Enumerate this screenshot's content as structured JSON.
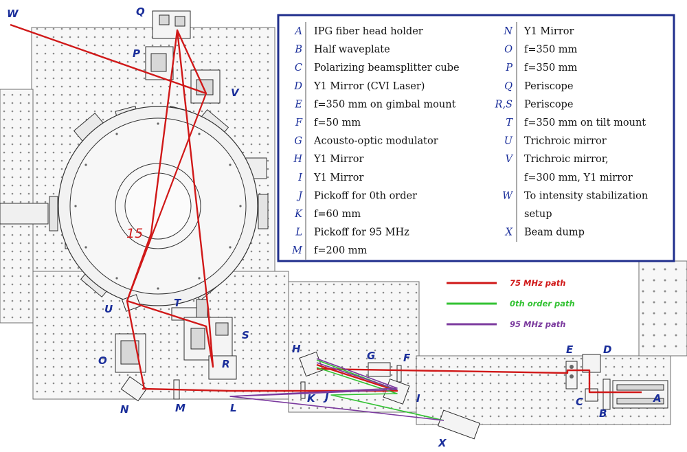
{
  "colors": {
    "label": "#1a2e9a",
    "key_border": "#1f2e8c",
    "path_75": "#d01818",
    "path_0th": "#33c233",
    "path_95": "#7b3a9e"
  },
  "marker_15": "15",
  "labels": {
    "A": "A",
    "B": "B",
    "C": "C",
    "D": "D",
    "E": "E",
    "F": "F",
    "G": "G",
    "H": "H",
    "I": "I",
    "J": "J",
    "K": "K",
    "L": "L",
    "M": "M",
    "N": "N",
    "O": "O",
    "P": "P",
    "Q": "Q",
    "R": "R",
    "S": "S",
    "T": "T",
    "U": "U",
    "V": "V",
    "W": "W",
    "X": "X"
  },
  "key_left": [
    {
      "letter": "A",
      "text": "IPG fiber head holder"
    },
    {
      "letter": "B",
      "text": "Half waveplate"
    },
    {
      "letter": "C",
      "text": "Polarizing beamsplitter cube"
    },
    {
      "letter": "D",
      "text": "Y1 Mirror (CVI Laser)"
    },
    {
      "letter": "E",
      "text": "f=350 mm on gimbal mount"
    },
    {
      "letter": "F",
      "text": "f=50 mm"
    },
    {
      "letter": "G",
      "text": "Acousto-optic modulator"
    },
    {
      "letter": "H",
      "text": "Y1 Mirror"
    },
    {
      "letter": "I",
      "text": "Y1 Mirror"
    },
    {
      "letter": "J",
      "text": "Pickoff for 0th order"
    },
    {
      "letter": "K",
      "text": "f=60 mm"
    },
    {
      "letter": "L",
      "text": "Pickoff for 95 MHz"
    },
    {
      "letter": "M",
      "text": "f=200 mm"
    }
  ],
  "key_right": [
    {
      "letter": "N",
      "text": "Y1 Mirror"
    },
    {
      "letter": "O",
      "text": "f=350 mm"
    },
    {
      "letter": "P",
      "text": "f=350 mm"
    },
    {
      "letter": "Q",
      "text": "Periscope"
    },
    {
      "letter": "R,S",
      "text": "Periscope"
    },
    {
      "letter": "T",
      "text": "f=350 mm on tilt mount"
    },
    {
      "letter": "U",
      "text": "Trichroic mirror"
    },
    {
      "letter": "V",
      "text": "Trichroic mirror,"
    },
    {
      "letter": "",
      "text": "f=300 mm, Y1 mirror"
    },
    {
      "letter": "W",
      "text": "To intensity stabilization"
    },
    {
      "letter": "",
      "text": "setup"
    },
    {
      "letter": "X",
      "text": "Beam dump"
    }
  ],
  "legend": [
    {
      "name": "75 MHz path",
      "color": "#d01818"
    },
    {
      "name": "0th order path",
      "color": "#33c233"
    },
    {
      "name": "95 MHz path",
      "color": "#7b3a9e"
    }
  ]
}
